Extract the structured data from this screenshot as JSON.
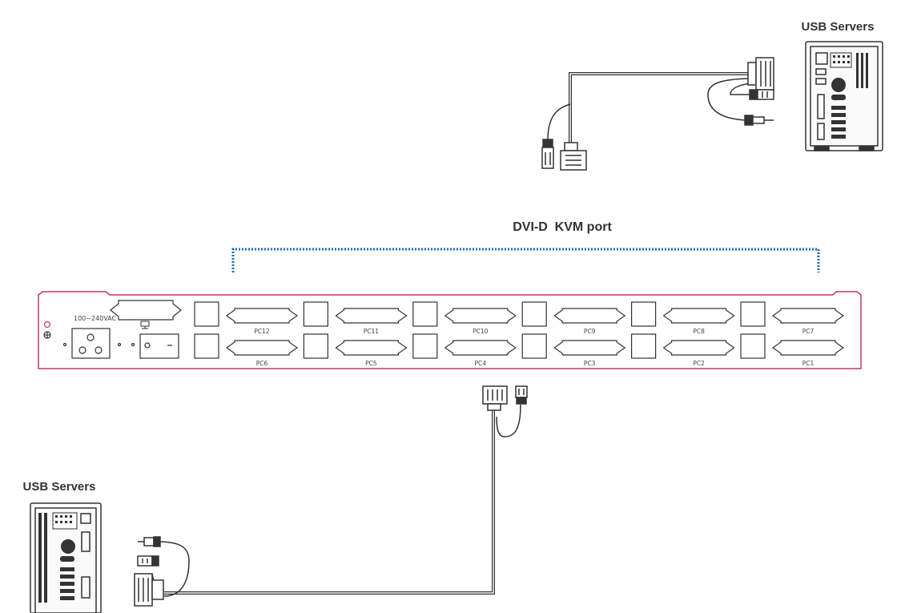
{
  "labels": {
    "servers_top": "USB Servers",
    "servers_bottom": "USB Servers",
    "kvm_port": "DVI-D  KVM port",
    "power": "100~240VAC"
  },
  "top_ports": [
    "PC12",
    "PC11",
    "PC10",
    "PC9",
    "PC8",
    "PC7"
  ],
  "bottom_ports": [
    "PC6",
    "PC5",
    "PC4",
    "PC3",
    "PC2",
    "PC1"
  ],
  "colors": {
    "panel_border": "#c43a5a",
    "bracket": "#1a6fb5",
    "line": "#333333"
  }
}
